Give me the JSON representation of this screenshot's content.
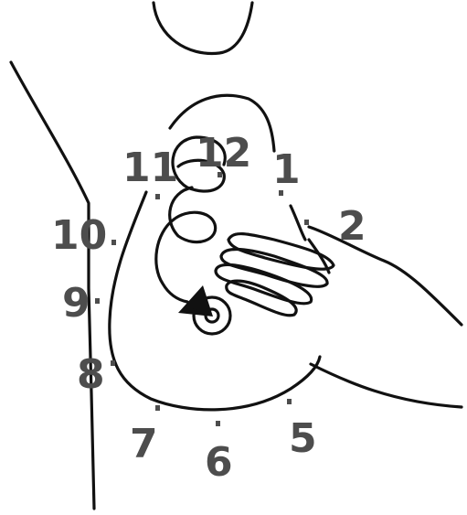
{
  "diagram": {
    "clock_positions": [
      {
        "id": "12",
        "label": "12"
      },
      {
        "id": "1",
        "label": "1"
      },
      {
        "id": "2",
        "label": "2"
      },
      {
        "id": "5",
        "label": "5"
      },
      {
        "id": "6",
        "label": "6"
      },
      {
        "id": "7",
        "label": "7"
      },
      {
        "id": "8",
        "label": "8"
      },
      {
        "id": "9",
        "label": "9"
      },
      {
        "id": "10",
        "label": "10"
      },
      {
        "id": "11",
        "label": "11"
      }
    ],
    "colors": {
      "line": "#111111",
      "label": "#4d4d4d",
      "background": "#ffffff"
    }
  }
}
